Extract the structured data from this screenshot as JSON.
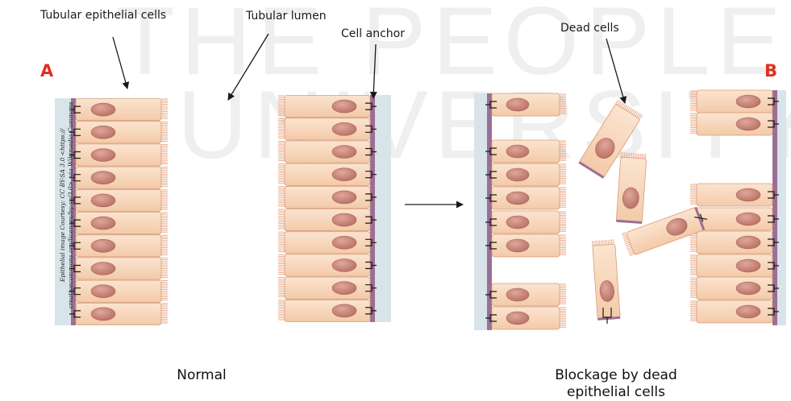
{
  "watermark": {
    "line1": "THE PEOPLE",
    "line2": "UNIVERSITY"
  },
  "labels": {
    "tubular_epithelial_cells": "Tubular epithelial cells",
    "tubular_lumen": "Tubular lumen",
    "cell_anchor": "Cell anchor",
    "dead_cells": "Dead cells"
  },
  "panels": {
    "a": "A",
    "b": "B"
  },
  "captions": {
    "normal": "Normal",
    "blockage_line1": "Blockage by dead",
    "blockage_line2": "epithelial cells"
  },
  "credit": {
    "line1": "Epithelial image Courtesy: CC BY-SA 3.0 <https://",
    "line2": "creativecommons.org/licenses/by-sa/3.0>, via Wikimedia Commons"
  },
  "colors": {
    "cell_fill": "#f8d7bd",
    "cell_stroke": "#d89a77",
    "nucleus": "#c98478",
    "brush_border": "#e7a17d",
    "basement_membrane": "#9b6f95",
    "interstitium": "#d8e4ea",
    "panel_letter": "#e03020"
  }
}
